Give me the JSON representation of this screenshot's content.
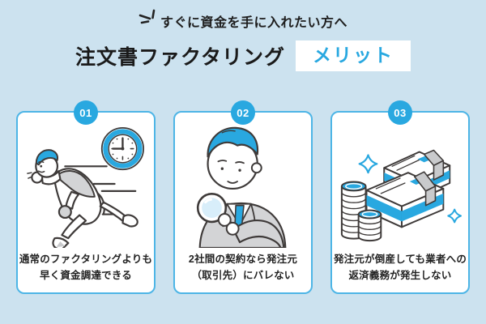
{
  "meta": {
    "background_color": "#CCE2EF",
    "accent_color": "#29A8E0",
    "card_border_color": "#4DB5E6",
    "illustration_line_color": "#3E3A39"
  },
  "header": {
    "emphasis_icon": "emphasis-lines-icon",
    "tagline": "すぐに資金を手に入れたい方へ",
    "title": "注文書ファクタリング",
    "highlight": "メリット"
  },
  "cards": [
    {
      "number": "01",
      "illustration": "running-person-with-clock",
      "caption_lines": [
        "通常のファクタリングよりも",
        "早く資金調達できる"
      ]
    },
    {
      "number": "02",
      "illustration": "businessman-with-magnifying-glass",
      "caption_lines": [
        "2社間の契約なら発注元",
        "（取引先）にバレない"
      ]
    },
    {
      "number": "03",
      "illustration": "money-stacks-and-coins",
      "caption_lines": [
        "発注元が倒産しても業者への",
        "返済義務が発生しない"
      ]
    }
  ]
}
